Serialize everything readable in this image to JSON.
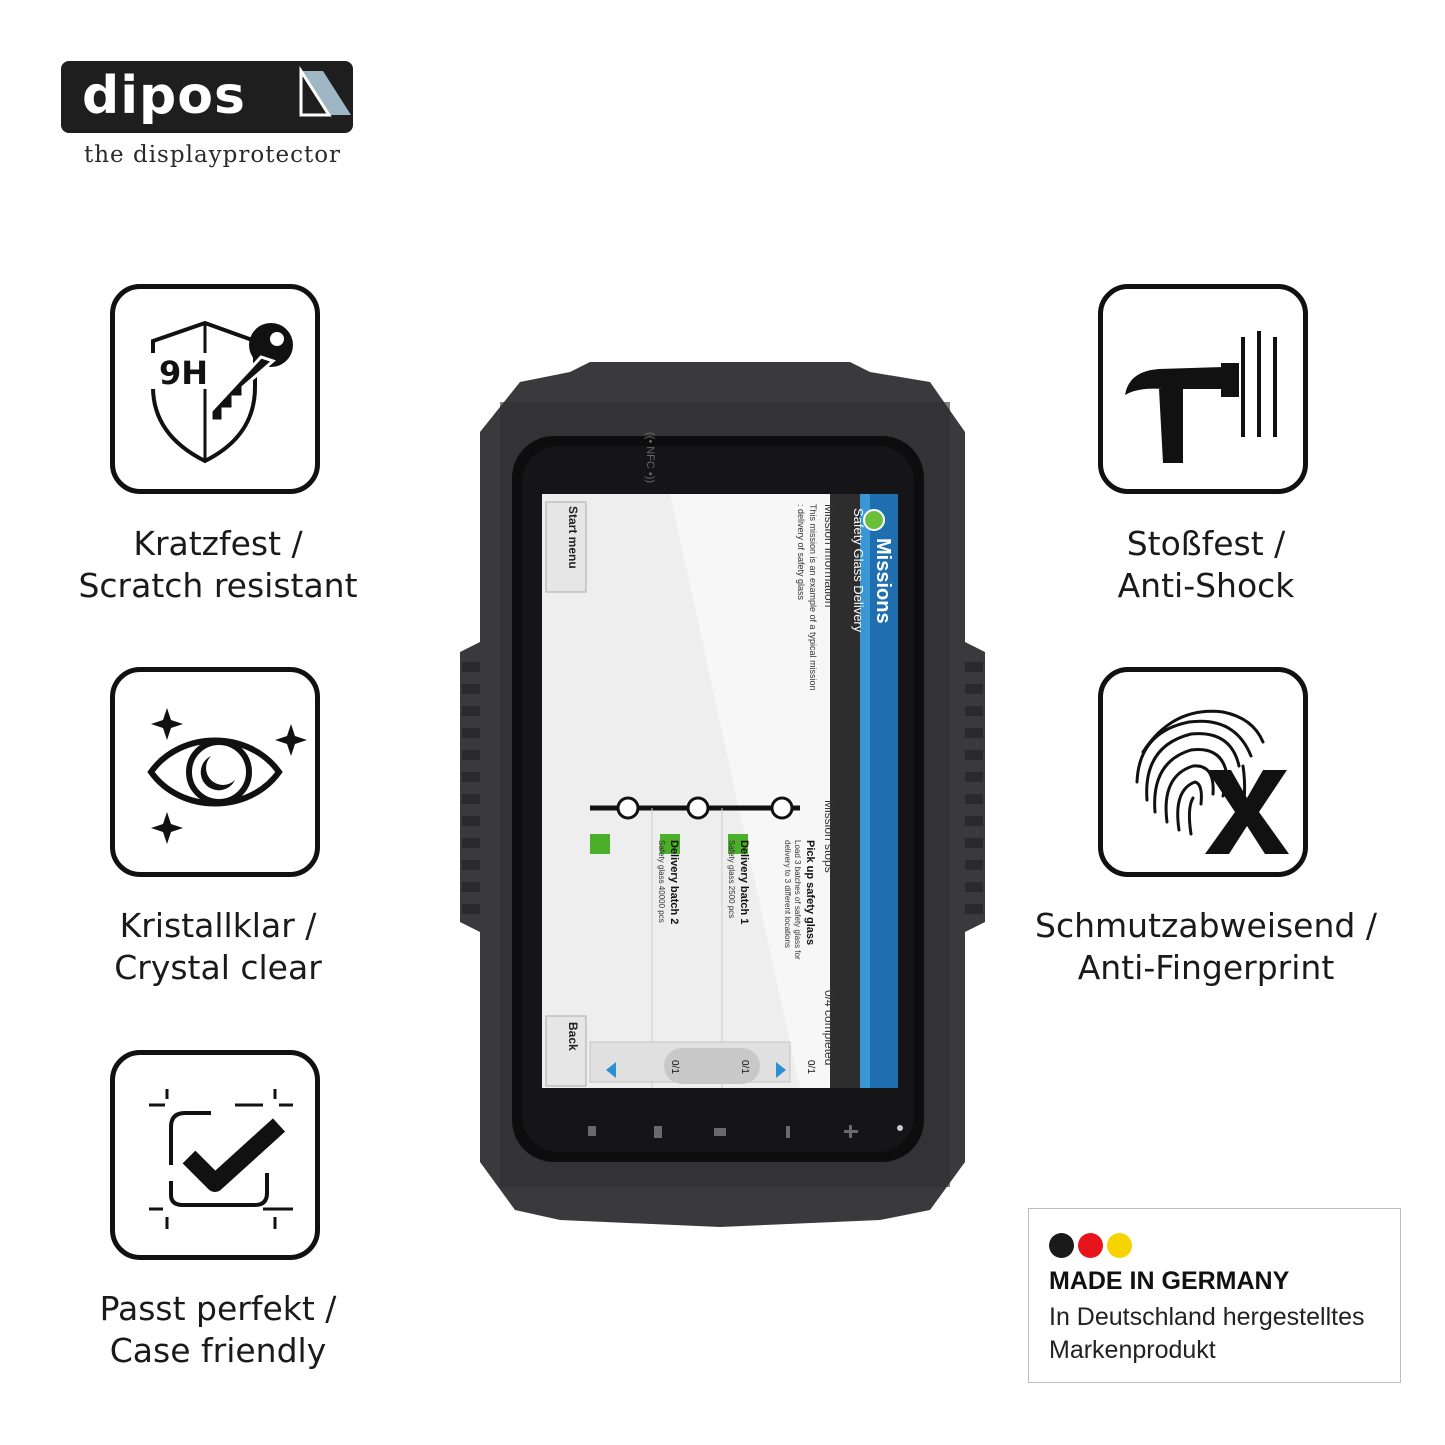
{
  "brand": {
    "name": "dipos",
    "tagline": "the displayprotector"
  },
  "features": [
    {
      "id": "scratch",
      "icon": "shield-key-9h-icon",
      "badge": "9H",
      "line1": "Kratzfest /",
      "line2": "Scratch resistant"
    },
    {
      "id": "clear",
      "icon": "eye-sparkle-icon",
      "line1": "Kristallklar /",
      "line2": "Crystal clear"
    },
    {
      "id": "case",
      "icon": "check-frame-icon",
      "line1": "Passt perfekt /",
      "line2": "Case friendly"
    },
    {
      "id": "shock",
      "icon": "hammer-icon",
      "line1": "Stoßfest /",
      "line2": "Anti-Shock"
    },
    {
      "id": "fingerprint",
      "icon": "fingerprint-cross-icon",
      "line1": "Schmutzabweisend /",
      "line2": "Anti-Fingerprint"
    }
  ],
  "made_in_germany": {
    "colors": [
      "#1a1a1a",
      "#e8141b",
      "#f7d400"
    ],
    "title": "MADE IN GERMANY",
    "line1": "In Deutschland hergestelltes",
    "line2": "Markenprodukt"
  },
  "device": {
    "nfc_label": "((• NFC •))",
    "app": {
      "header": "Missions",
      "subheader": "Safety Glass Delivery",
      "info_title": "Mission information",
      "info_text_1": "This mission is an example of a typical mission",
      "info_text_2": ": delivery of safety glass",
      "stops_title": "Mission stops",
      "stops_status": "0/4 completed",
      "stops": [
        {
          "name": "Pick up safety glass",
          "count": "0/1",
          "desc1": "Load 3 batches of safety glass for",
          "desc2": "delivery to 3 different locations"
        },
        {
          "name": "Delivery batch 1",
          "count": "0/1",
          "desc1": "Safety glass 2500 pcs",
          "desc2": ""
        },
        {
          "name": "Delivery batch 2",
          "count": "0/1",
          "desc1": "Safety glass 40000 pcs",
          "desc2": ""
        }
      ],
      "start_button": "Start menu",
      "back_button": "Back"
    }
  }
}
